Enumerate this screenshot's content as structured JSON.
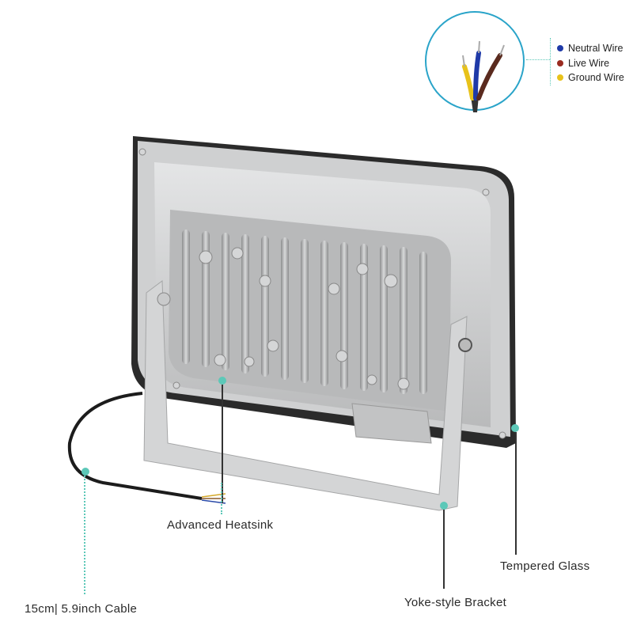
{
  "wire_inset": {
    "circle_color": "#2aa4c9",
    "legend": [
      {
        "label": "Neutral Wire",
        "color": "#1f3aa8"
      },
      {
        "label": "Live Wire",
        "color": "#9a2b20"
      },
      {
        "label": "Ground Wire",
        "color": "#e8c21a"
      }
    ]
  },
  "callouts": {
    "heatsink": "Advanced Heatsink",
    "cable": "15cm| 5.9inch Cable",
    "bracket": "Yoke-style Bracket",
    "glass": "Tempered Glass"
  },
  "colors": {
    "accent_dot": "#5cc8b8",
    "housing": "#c9cacb",
    "housing_dark": "#9a9b9c",
    "frame_edge": "#2b2b2b",
    "label_text": "#2a2a2a"
  }
}
